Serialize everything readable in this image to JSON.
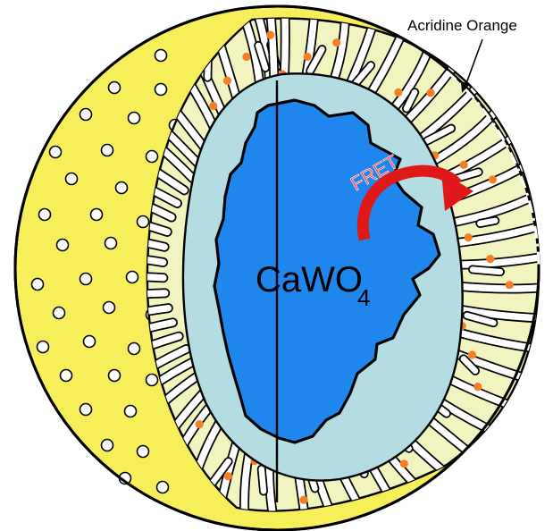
{
  "labels": {
    "dye": "Acridine Orange",
    "process": "FRET",
    "core_main": "CaWO",
    "core_sub": "4"
  },
  "colors": {
    "outer_yellow": "#f6ef5a",
    "shell_pale": "#f2f4bf",
    "channel": "#ffffff",
    "core_shell": "#b3dde3",
    "core": "#1f86ee",
    "dye_dot": "#f47f24",
    "arrow_red": "#e01818",
    "outline": "#000000"
  },
  "icons": [
    "curved-arrow-icon",
    "pointer-arrow-icon"
  ]
}
